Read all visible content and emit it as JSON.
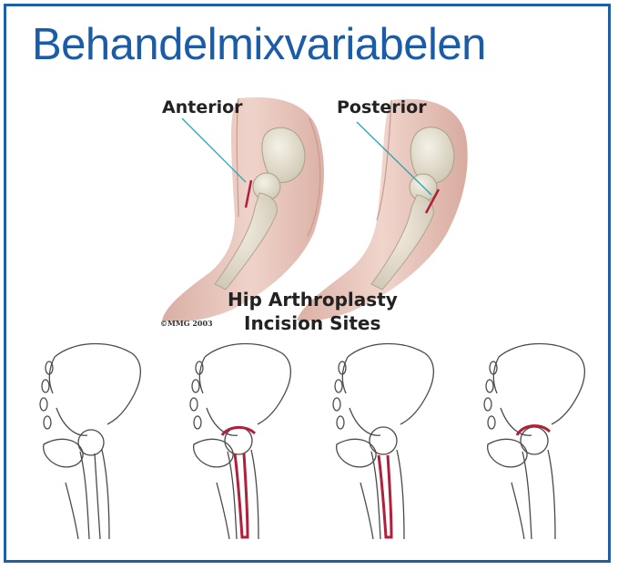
{
  "slide": {
    "title": "Behandelmixvariabelen",
    "border_color": "#1f5fa8",
    "title_color": "#1a5ca8"
  },
  "figure": {
    "label_anterior": "Anterior",
    "label_posterior": "Posterior",
    "caption_line1": "Hip Arthroplasty",
    "caption_line2": "Incision Sites",
    "copyright": "©MMG 2003",
    "incision_color": "#b0203a",
    "skin_color": "#e9c7bd",
    "pointer_color": "#2aa5b5"
  }
}
